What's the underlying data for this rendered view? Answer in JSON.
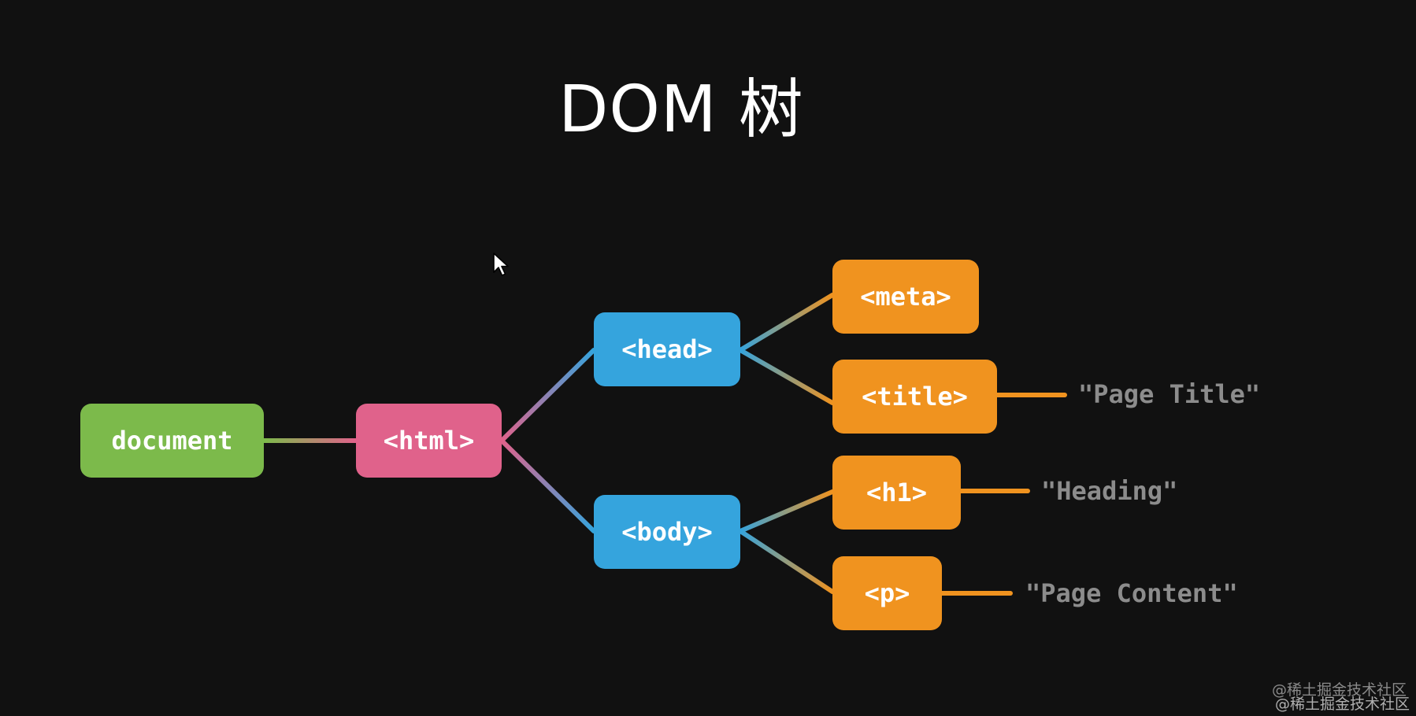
{
  "title": "DOM 树",
  "nodes": {
    "document": "document",
    "html": "<html>",
    "head": "<head>",
    "body": "<body>",
    "meta": "<meta>",
    "title": "<title>",
    "h1": "<h1>",
    "p": "<p>"
  },
  "text_nodes": {
    "page_title": "\"Page Title\"",
    "heading": "\"Heading\"",
    "page_content": "\"Page Content\""
  },
  "watermark": "@稀土掘金技术社区",
  "colors": {
    "background": "#111111",
    "document": "#7cba4b",
    "html": "#e0628b",
    "head_body": "#35a4dd",
    "leaves": "#f0931f",
    "text_nodes": "#8c8c8c"
  },
  "icons": {
    "cursor": "mouse-pointer-icon"
  }
}
